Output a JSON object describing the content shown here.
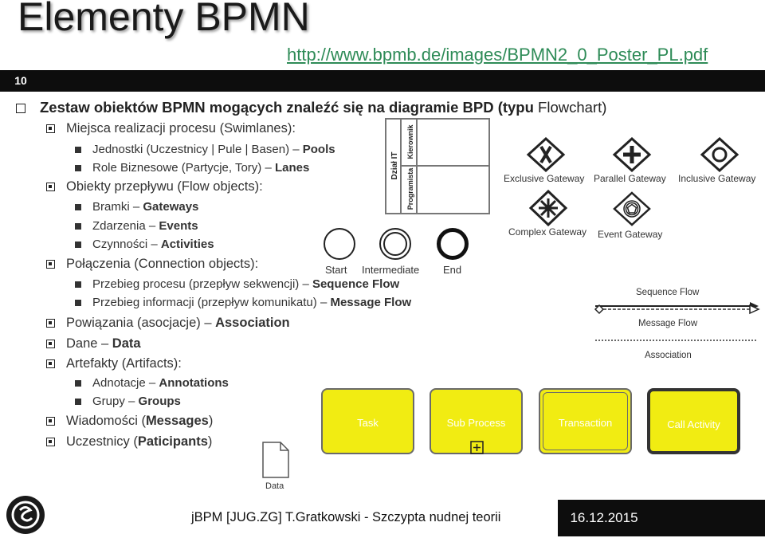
{
  "slide": {
    "title": "Elementy BPMN",
    "link": "http://www.bpmb.de/images/BPMN2_0_Poster_PL.pdf",
    "number": "10"
  },
  "content": {
    "heading": {
      "pre": "Zestaw obiektów BPMN mogących znaleźć się na diagramie BPD (typu ",
      "post": "Flowchart)"
    },
    "swimlanes": {
      "text": "Miejsca realizacji procesu (",
      "bold": "Swimlanes",
      "post": "):"
    },
    "pools": {
      "text": "Jednostki (Uczestnicy | Pule | Basen) – ",
      "bold": "Pools"
    },
    "lanes": {
      "text": "Role Biznesowe (Partycje, Tory) – ",
      "bold": "Lanes"
    },
    "flow_objects": {
      "text": "Obiekty przepływu (Flow objects):"
    },
    "gateways": {
      "text": "Bramki – ",
      "bold": "Gateways"
    },
    "events": {
      "text": "Zdarzenia – ",
      "bold": "Events"
    },
    "activities": {
      "text": "Czynności – ",
      "bold": "Activities"
    },
    "connection_objects": {
      "text": "Połączenia (Connection objects):"
    },
    "sequence_flow": {
      "text": "Przebieg procesu (przepływ sekwencji) – ",
      "bold": "Sequence Flow"
    },
    "message_flow": {
      "text": "Przebieg informacji (przepływ komunikatu) – ",
      "bold": "Message Flow"
    },
    "association": {
      "text": "Powiązania (asocjacje) – ",
      "bold": "Association"
    },
    "data": {
      "text": "Dane – ",
      "bold": "Data"
    },
    "artifacts": {
      "text": "Artefakty (Artifacts):"
    },
    "annotations": {
      "text": "Adnotacje – ",
      "bold": "Annotations"
    },
    "groups": {
      "text": "Grupy – ",
      "bold": "Groups"
    },
    "messages": {
      "text": "Wiadomości (",
      "bold": "Messages",
      "post": ")"
    },
    "participants": {
      "text": "Uczestnicy (",
      "bold": "Paticipants",
      "post": ")"
    }
  },
  "pool_diagram": {
    "pool_label": "Dział IT",
    "lane_top": "Kierownik",
    "lane_bottom": "Programista"
  },
  "gateways": {
    "exclusive": "Exclusive Gateway",
    "parallel": "Parallel Gateway",
    "inclusive": "Inclusive Gateway",
    "complex": "Complex Gateway",
    "event": "Event Gateway"
  },
  "events": {
    "start": "Start",
    "intermediate": "Intermediate",
    "end": "End"
  },
  "flows": {
    "sequence": "Sequence Flow",
    "message": "Message Flow",
    "association": "Association"
  },
  "activities": {
    "task": "Task",
    "subprocess": "Sub Process",
    "transaction": "Transaction",
    "call": "Call Activity"
  },
  "data_object": {
    "label": "Data"
  },
  "footer": {
    "text": "jBPM [JUG.ZG] T.Gratkowski - Szczypta nudnej teorii",
    "date": "16.12.2015"
  },
  "colors": {
    "activity_fill": "#f1ec12",
    "accent": "#0d0d0d",
    "link": "#2e8b57"
  }
}
